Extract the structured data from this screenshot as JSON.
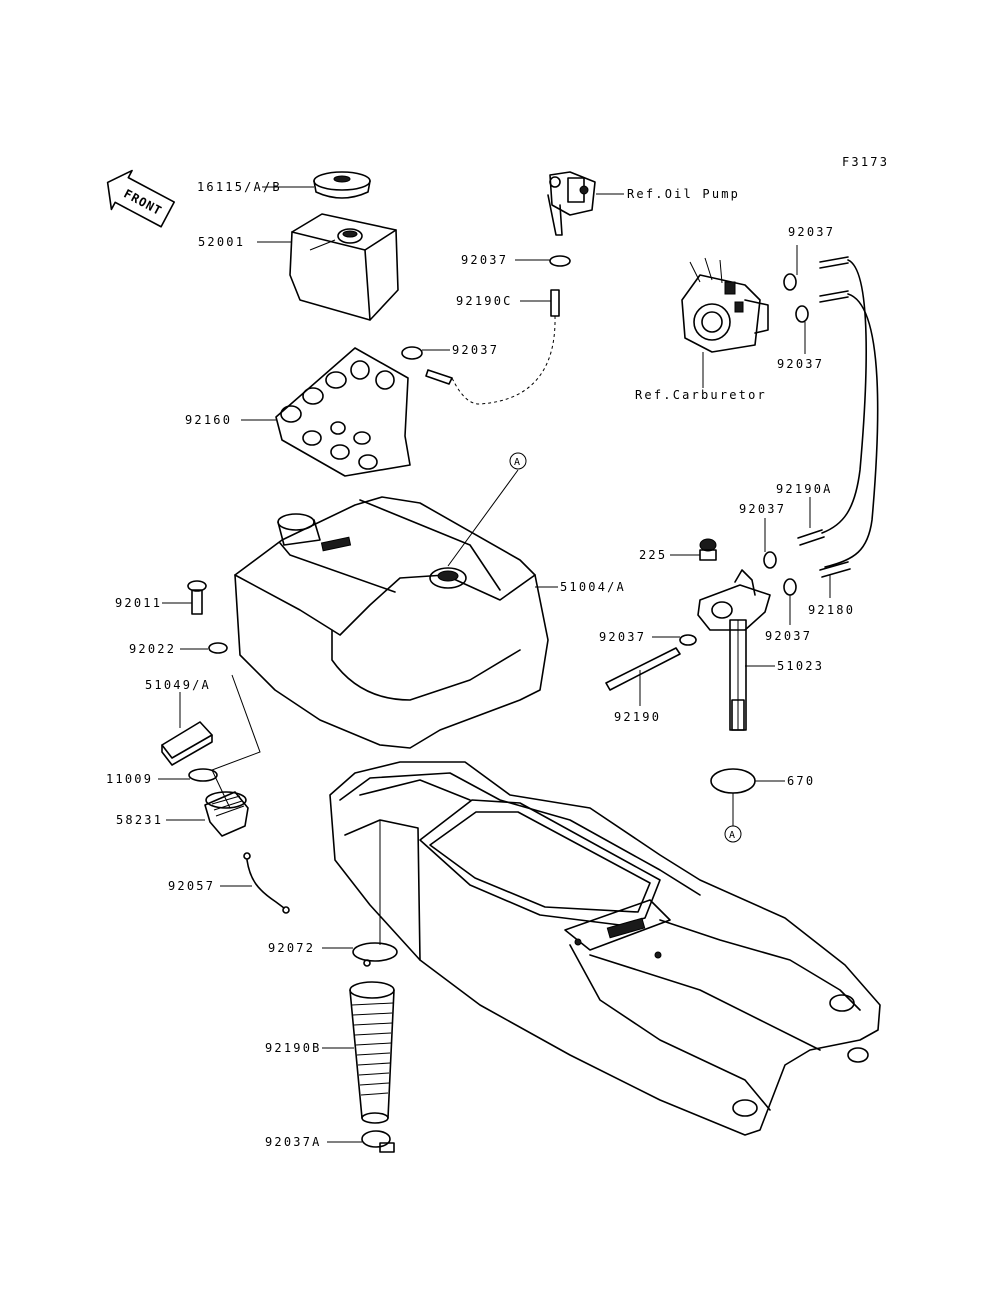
{
  "figure_code": "F3173",
  "front_badge": "FRONT",
  "ref_markers": [
    "A",
    "A"
  ],
  "references": {
    "oil_pump": "Ref.Oil Pump",
    "carburetor": "Ref.Carburetor"
  },
  "part_labels": {
    "p16115": "16115/A/B",
    "p52001": "52001",
    "p92037_top": "92037",
    "p92190C": "92190C",
    "p92037_tank": "92037",
    "p92160": "92160",
    "p92037_carb_top": "92037",
    "p92037_carb_bottom": "92037",
    "p92190A": "92190A",
    "p92037_mid": "92037",
    "p225": "225",
    "p51004": "51004/A",
    "p92011": "92011",
    "p92022": "92022",
    "p51049": "51049/A",
    "p11009": "11009",
    "p58231": "58231",
    "p92057": "92057",
    "p92180": "92180",
    "p92037_valve_right": "92037",
    "p92037_valve_left": "92037",
    "p51023": "51023",
    "p92190": "92190",
    "p670": "670",
    "p92072": "92072",
    "p92190B": "92190B",
    "p92037A": "92037A"
  }
}
